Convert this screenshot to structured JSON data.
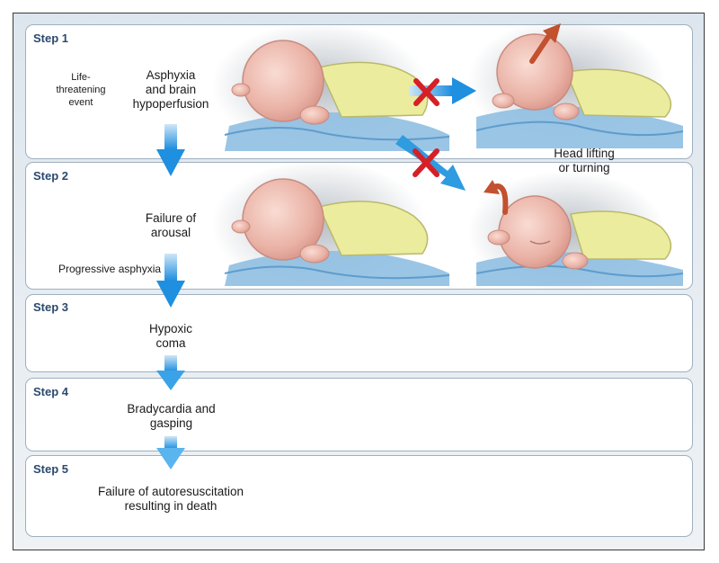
{
  "steps": [
    {
      "label": "Step 1"
    },
    {
      "label": "Step 2"
    },
    {
      "label": "Step 3"
    },
    {
      "label": "Step 4"
    },
    {
      "label": "Step 5"
    }
  ],
  "labels": {
    "life_threatening_1": "Life-",
    "life_threatening_2": "threatening",
    "life_threatening_3": "event",
    "asphyxia_1": "Asphyxia",
    "asphyxia_2": "and brain",
    "asphyxia_3": "hypoperfusion",
    "head_lift_1": "Head lifting",
    "head_lift_2": "or turning",
    "failure_arousal_1": "Failure of",
    "failure_arousal_2": "arousal",
    "progressive": "Progressive asphyxia",
    "coma_1": "Hypoxic",
    "coma_2": "coma",
    "brady_1": "Bradycardia and",
    "brady_2": "gasping",
    "death_1": "Failure of autoresuscitation",
    "death_2": "resulting in death"
  },
  "colors": {
    "step_label": "#2b4a6e",
    "flow_arrow": "#2f9be0",
    "cross": "#d61f26",
    "motion_arrow": "#c2512f",
    "skin": "#f0c2b8",
    "blanket": "#7fb3d8",
    "shirt": "#e8e89a"
  },
  "icons": [
    "flow-arrow",
    "blocked-cross",
    "head-lift-arrow",
    "head-turn-arrow"
  ]
}
